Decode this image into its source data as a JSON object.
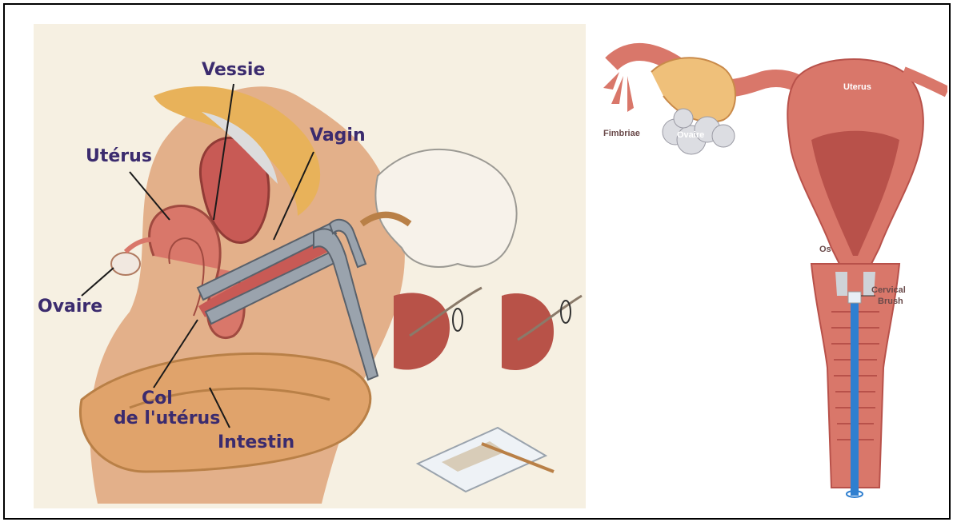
{
  "left_diagram": {
    "labels": {
      "vessie": "Vessie",
      "vagin": "Vagin",
      "uterus": "Utérus",
      "ovaire": "Ovaire",
      "col_line1": "Col",
      "col_line2": "de l'utérus",
      "intestin": "Intestin"
    }
  },
  "right_diagram": {
    "labels": {
      "uterus": "Uterus",
      "ovaire": "Ovaire",
      "fimbriae": "Fimbriae",
      "os": "Os",
      "brush_line1": "Cervical",
      "brush_line2": "Brush"
    }
  },
  "colors": {
    "label": "#3b2b6e",
    "tissue": "#d9776a",
    "tissue_dark": "#b8514a",
    "fat": "#e8b25a",
    "speculum": "#9aa3ad",
    "brush": "#2f7fd0",
    "background_left": "#f6f0e2"
  }
}
